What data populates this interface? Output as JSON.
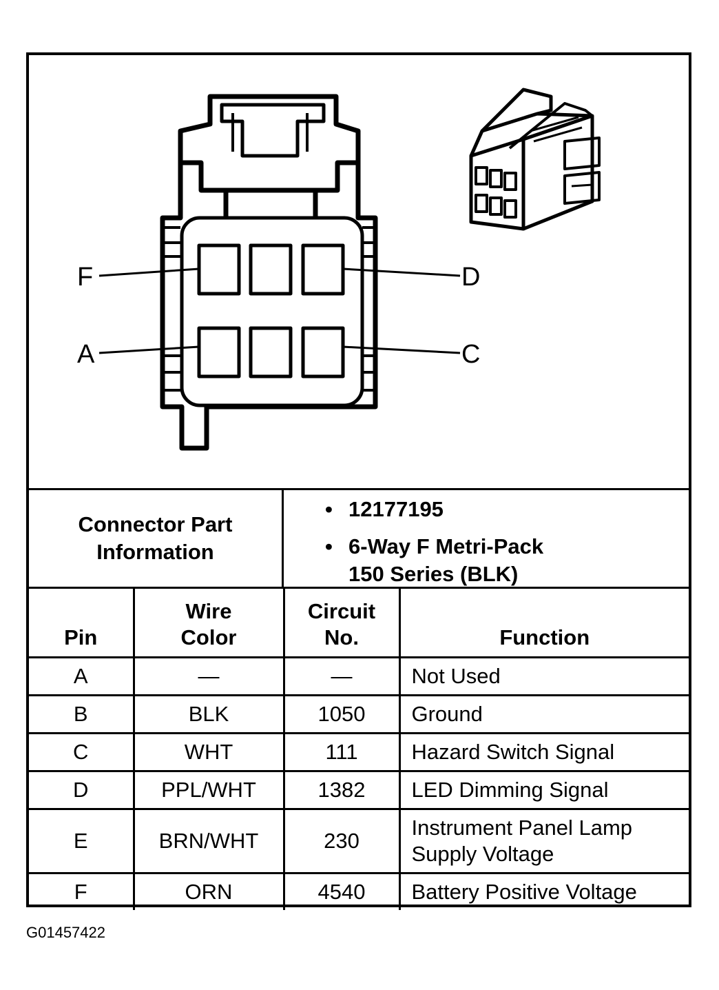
{
  "diagram": {
    "pin_callouts": {
      "left_top": "F",
      "left_bottom": "A",
      "right_top": "D",
      "right_bottom": "C"
    }
  },
  "connector_info": {
    "label_line1": "Connector Part",
    "label_line2": "Information",
    "bullet_symbol": "•",
    "part_number": "12177195",
    "description_line1": "6-Way F Metri-Pack",
    "description_line2": "150 Series (BLK)"
  },
  "pin_table": {
    "headers": {
      "pin": "Pin",
      "wire_color_line1": "Wire",
      "wire_color_line2": "Color",
      "circuit_line1": "Circuit",
      "circuit_line2": "No.",
      "function": "Function"
    },
    "rows": [
      {
        "pin": "A",
        "wire_color": "—",
        "circuit": "—",
        "function": "Not Used"
      },
      {
        "pin": "B",
        "wire_color": "BLK",
        "circuit": "1050",
        "function": "Ground"
      },
      {
        "pin": "C",
        "wire_color": "WHT",
        "circuit": "111",
        "function": "Hazard Switch Signal"
      },
      {
        "pin": "D",
        "wire_color": "PPL/WHT",
        "circuit": "1382",
        "function": "LED Dimming Signal"
      },
      {
        "pin": "E",
        "wire_color": "BRN/WHT",
        "circuit": "230",
        "function_line1": "Instrument Panel Lamp",
        "function_line2": "Supply Voltage"
      },
      {
        "pin": "F",
        "wire_color": "ORN",
        "circuit": "4540",
        "function": "Battery Positive Voltage"
      }
    ]
  },
  "figure_id": "G01457422"
}
